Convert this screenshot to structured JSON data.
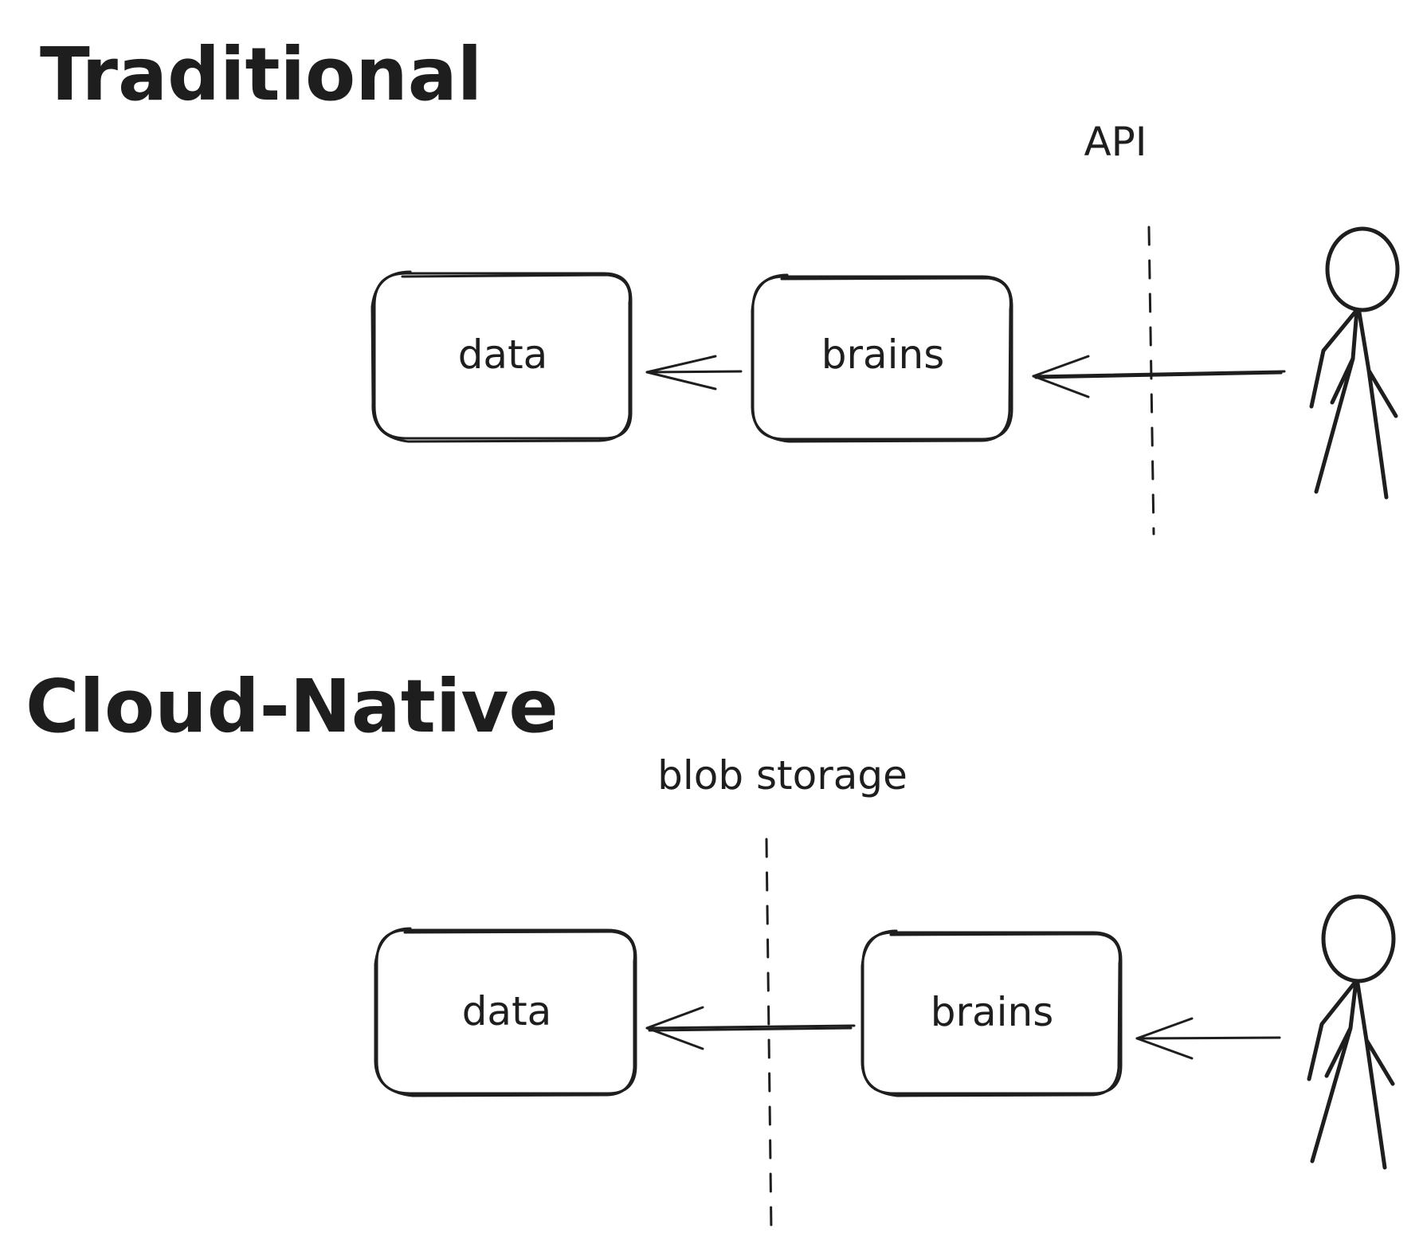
{
  "sections": [
    {
      "heading": "Traditional",
      "boundary_label": "API",
      "boxes": {
        "data": "data",
        "brains": "brains"
      }
    },
    {
      "heading": "Cloud-Native",
      "boundary_label": "blob storage",
      "boxes": {
        "data": "data",
        "brains": "brains"
      }
    }
  ],
  "colors": {
    "ink": "#1e1e1e",
    "background": "#ffffff"
  },
  "icons": [
    "stick-figure-user-icon",
    "arrow-left-icon"
  ]
}
